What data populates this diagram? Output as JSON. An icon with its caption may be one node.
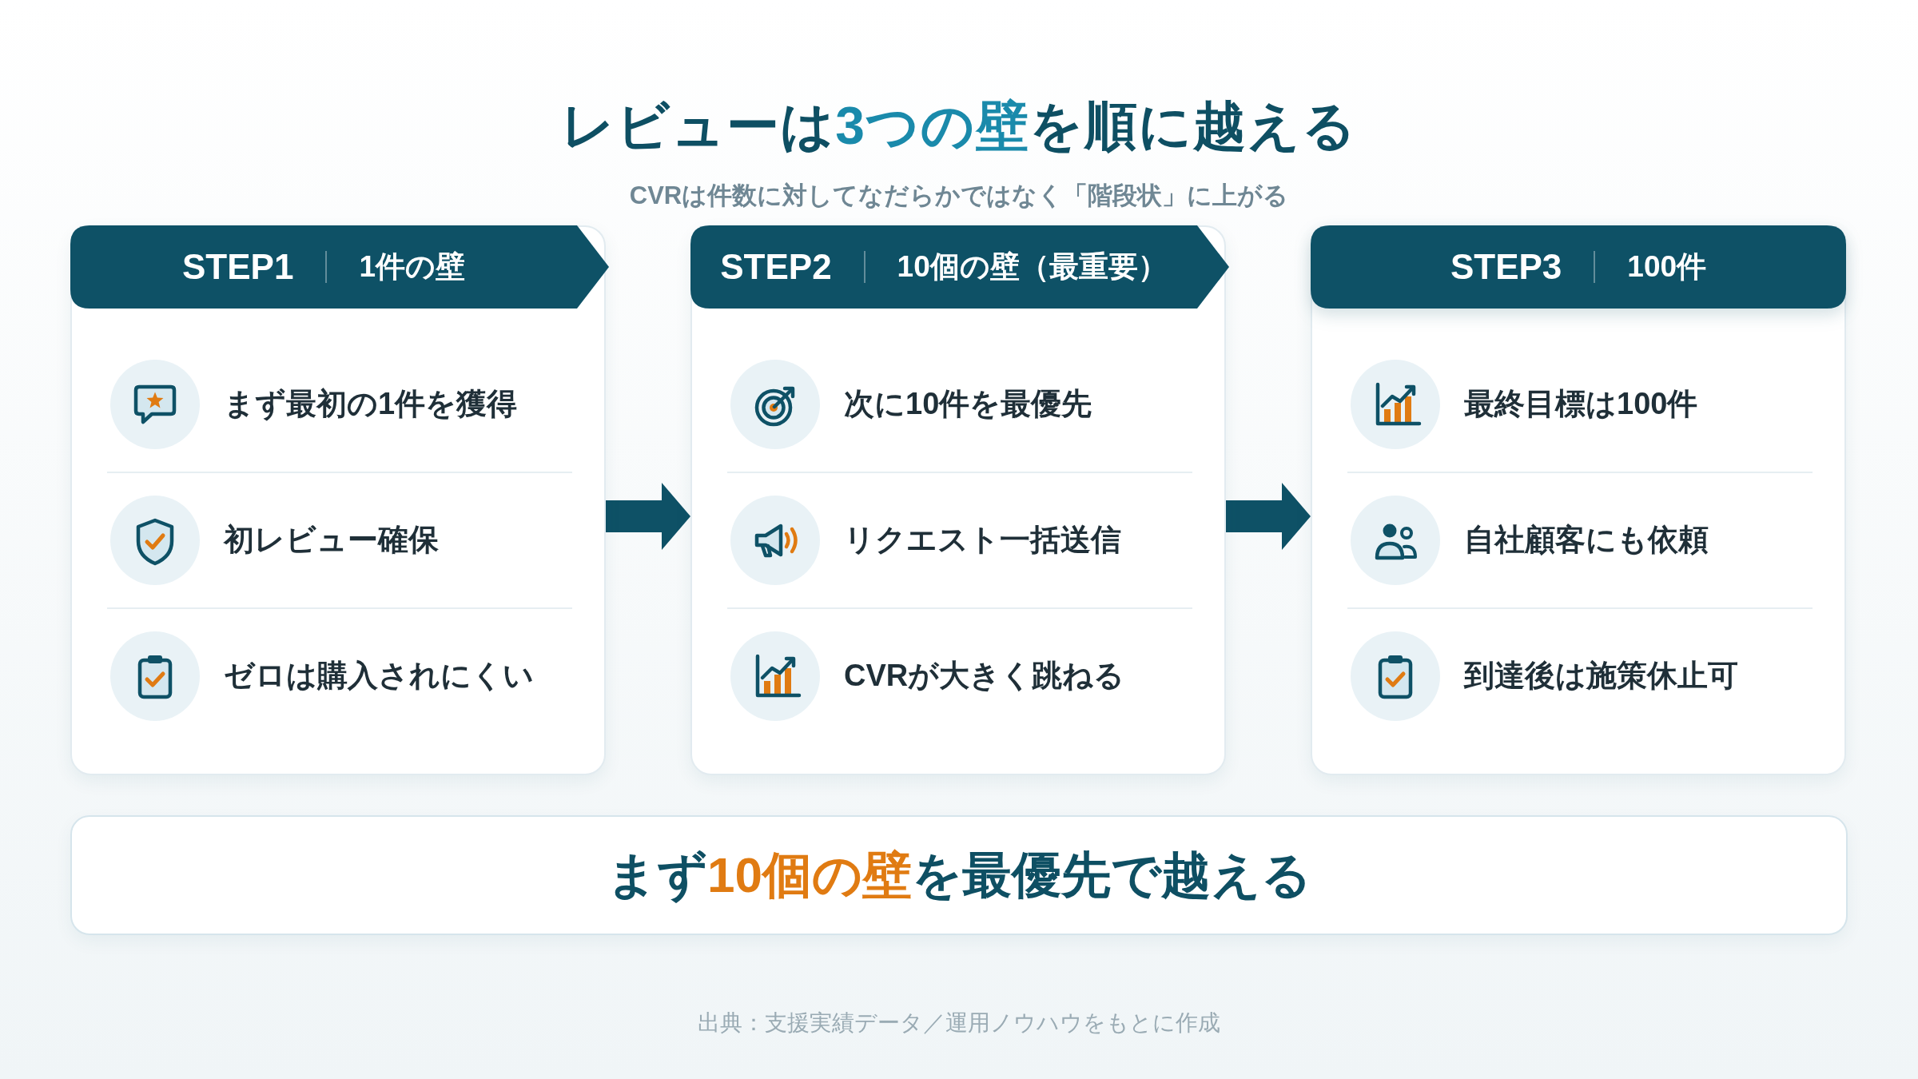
{
  "diagram": {
    "title": "レビューは**3つの壁**を順に越える",
    "caption": "出典：支援実績データ／運用ノウハウをもとに作成",
    "nodes": [
      {
        "text": [
          "STEP1",
          "1件の壁"
        ]
      },
      {
        "text": [
          "まず最初の1件を獲得"
        ],
        "in": 0
      },
      {
        "text": [
          "初レビュー確保"
        ],
        "in": 0
      },
      {
        "text": [
          "ゼロは購入されにくい"
        ],
        "in": 0
      },
      {
        "text": [
          "STEP2",
          "10個の壁（最重要）"
        ]
      },
      {
        "text": [
          "次に10件を最優先"
        ],
        "in": 4
      },
      {
        "text": [
          "リクエスト一括送信"
        ],
        "in": 4
      },
      {
        "text": [
          "CVRが大きく跳ねる"
        ],
        "in": 4
      },
      {
        "text": [
          "STEP3",
          "100件"
        ]
      },
      {
        "text": [
          "最終目標は100件"
        ],
        "in": 8
      },
      {
        "text": [
          "自社顧客にも依頼"
        ],
        "in": 8
      },
      {
        "text": [
          "到達後は施策休止可"
        ],
        "in": 8
      },
      {
        "text": [
          "まず**10個の壁**を最優先で越える"
        ]
      }
    ],
    "edges": [
      {
        "from": 0,
        "to": 4,
        "arrow": "to"
      },
      {
        "from": 4,
        "to": 8,
        "arrow": "to"
      }
    ],
    "labels": [
      "CVRは件数に対してなだらかではなく「階段状」に上がる"
    ]
  }
}
